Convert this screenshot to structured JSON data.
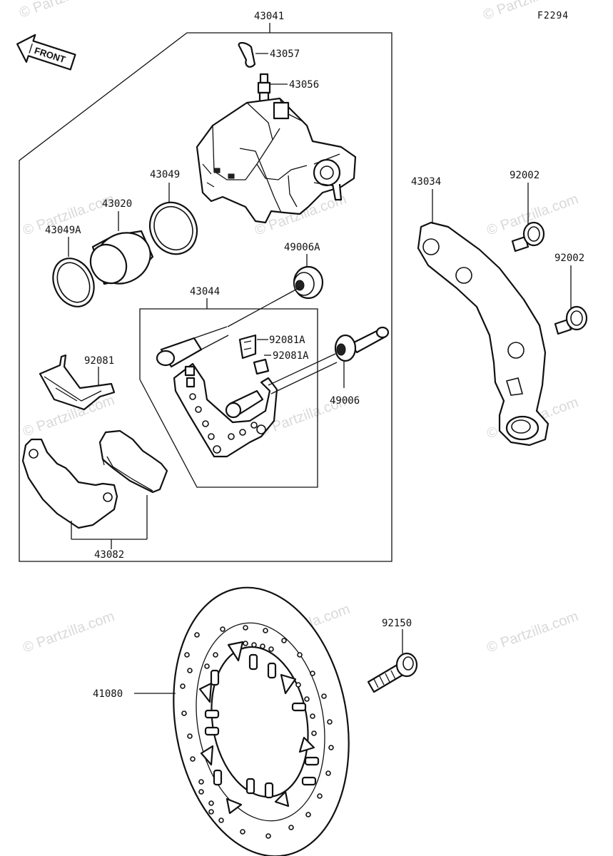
{
  "diagram_code": "F2294",
  "front_label": "FRONT",
  "watermark": "© Partzilla.com",
  "parts": {
    "caliper_assembly": "43041",
    "bleeder_cap": "43057",
    "bleeder_valve": "43056",
    "piston_seal": "43049",
    "piston": "43020",
    "dust_seal": "43049A",
    "bushing_a": "49006A",
    "holder": "43044",
    "pad_spring": "92081",
    "spring_a_upper": "92081A",
    "spring_a_lower": "92081A",
    "bushing": "49006",
    "brake_pads": "43082",
    "caliper_bracket": "43034",
    "bolt_upper": "92002",
    "bolt_lower": "92002",
    "disc_bolt": "92150",
    "brake_disc": "41080"
  }
}
